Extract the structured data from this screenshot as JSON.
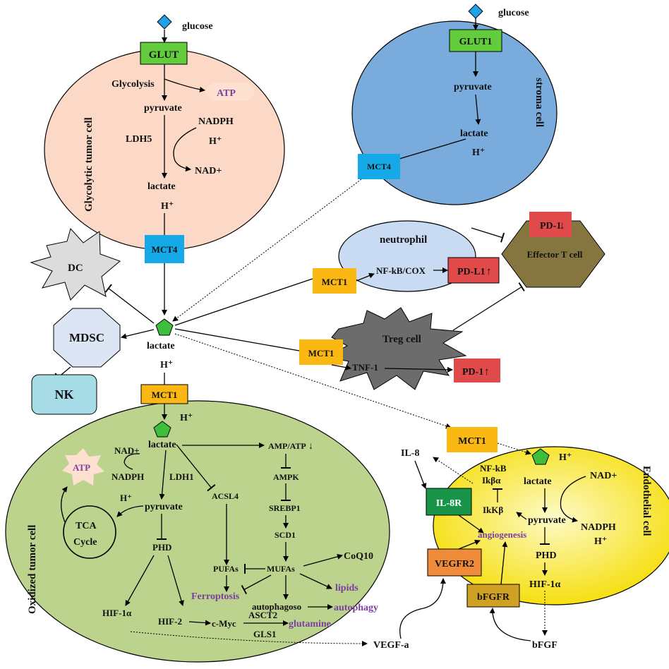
{
  "glycolytic": {
    "glucose": "glucose",
    "glut": "GLUT",
    "glycolysis": "Glycolysis",
    "atp": "ATP",
    "pyruvate": "pyruvate",
    "nadph": "NADPH",
    "ldh5": "LDH5",
    "hplus": "H⁺",
    "nad": "NAD+",
    "lactate": "lactate",
    "hplus2": "H⁺",
    "mct4": "MCT4",
    "cell_label": "Glycolytic tumor cell"
  },
  "stroma": {
    "glucose": "glucose",
    "glut1": "GLUT1",
    "pyruvate": "pyruvate",
    "lactate": "lactate",
    "hplus": "H⁺",
    "mct4": "MCT4",
    "cell_label": "stroma cell"
  },
  "immune": {
    "dc": "DC",
    "mdsc": "MDSC",
    "nk": "NK",
    "lactate": "lactate",
    "hplus": "H⁺",
    "neutrophil": "neutrophil",
    "mct1_neutrophil": "MCT1",
    "nfkb_cox": "NF-kB/COX",
    "pdl1": "PD-L1",
    "pd1_effector": "PD-1",
    "effector": "Effector T cell",
    "treg": "Treg cell",
    "mct1_treg": "MCT1",
    "tnf1": "TNF-1",
    "pd1_treg": "PD-1"
  },
  "oxidized": {
    "mct1": "MCT1",
    "hplus": "H⁺",
    "lactate": "lactate",
    "nad": "NAD+",
    "atp": "ATP",
    "nadph": "NADPH",
    "ldh1": "LDH1",
    "hplus2": "H⁺",
    "pyruvate": "pyruvate",
    "tca": "TCA",
    "cycle": "Cycle",
    "phd": "PHD",
    "hif1a": "HIF-1α",
    "hif2": "HIF-2",
    "cmyc": "c-Myc",
    "asct2": "ASCT2",
    "gls1": "GLS1",
    "glutamine": "glutamine",
    "acsl4": "ACSL4",
    "pufas": "PUFAs",
    "ferroptosis": "Ferroptosis",
    "amp_atp": "AMP/ATP",
    "ampk": "AMPK",
    "srebp1": "SREBP1",
    "scd1": "SCD1",
    "mufas": "MUFAs",
    "coq10": "CoQ10",
    "lipids": "lipids",
    "autophagoso": "autophagoso",
    "autophagy": "autophagy",
    "cell_label": "Oxidized tumor cell",
    "vegfa": "VEGF-a"
  },
  "endothelial": {
    "mct1": "MCT1",
    "hplus": "H⁺",
    "il8": "IL-8",
    "il8r": "IL-8R",
    "nfkb": "NF-kB",
    "ikba": "Ikβα",
    "ikkb": "IkKβ",
    "lactate": "lactate",
    "nad": "NAD+",
    "pyruvate": "pyruvate",
    "nadph": "NADPH",
    "hplus2": "H⁺",
    "angiogenesis": "angiogenesis",
    "phd": "PHD",
    "hif1a": "HIF-1α",
    "vegfr2": "VEGFR2",
    "bfgfr": "bFGFR",
    "bfgf": "bFGF",
    "cell_label": "Endothelial cell"
  },
  "colors": {
    "glycolytic_fill": "#fbd9c6",
    "stroma_fill": "#79acdc",
    "oxidized_fill": "#bcd38e",
    "endothelial_fill": "#f8e21a",
    "glut_green": "#62cc3c",
    "mct4_blue": "#16a9e8",
    "mct1_orange": "#fbb812",
    "pd_red": "#e04a4a",
    "effector_olive": "#857640",
    "neutrophil_fill": "#c9dbf2",
    "mdsc_fill": "#dbe5f3",
    "nk_fill": "#a7dbe6",
    "dc_fill": "#dcdcdc",
    "treg_fill": "#6c6c6c",
    "lactate_green": "#3dbf3d",
    "il8r_green": "#179447",
    "vegfr2_orange": "#f08b3a",
    "bfgfr_gold": "#cfa022",
    "glucose_blue": "#1fa1e8",
    "purple_text": "#7b3fa0"
  }
}
